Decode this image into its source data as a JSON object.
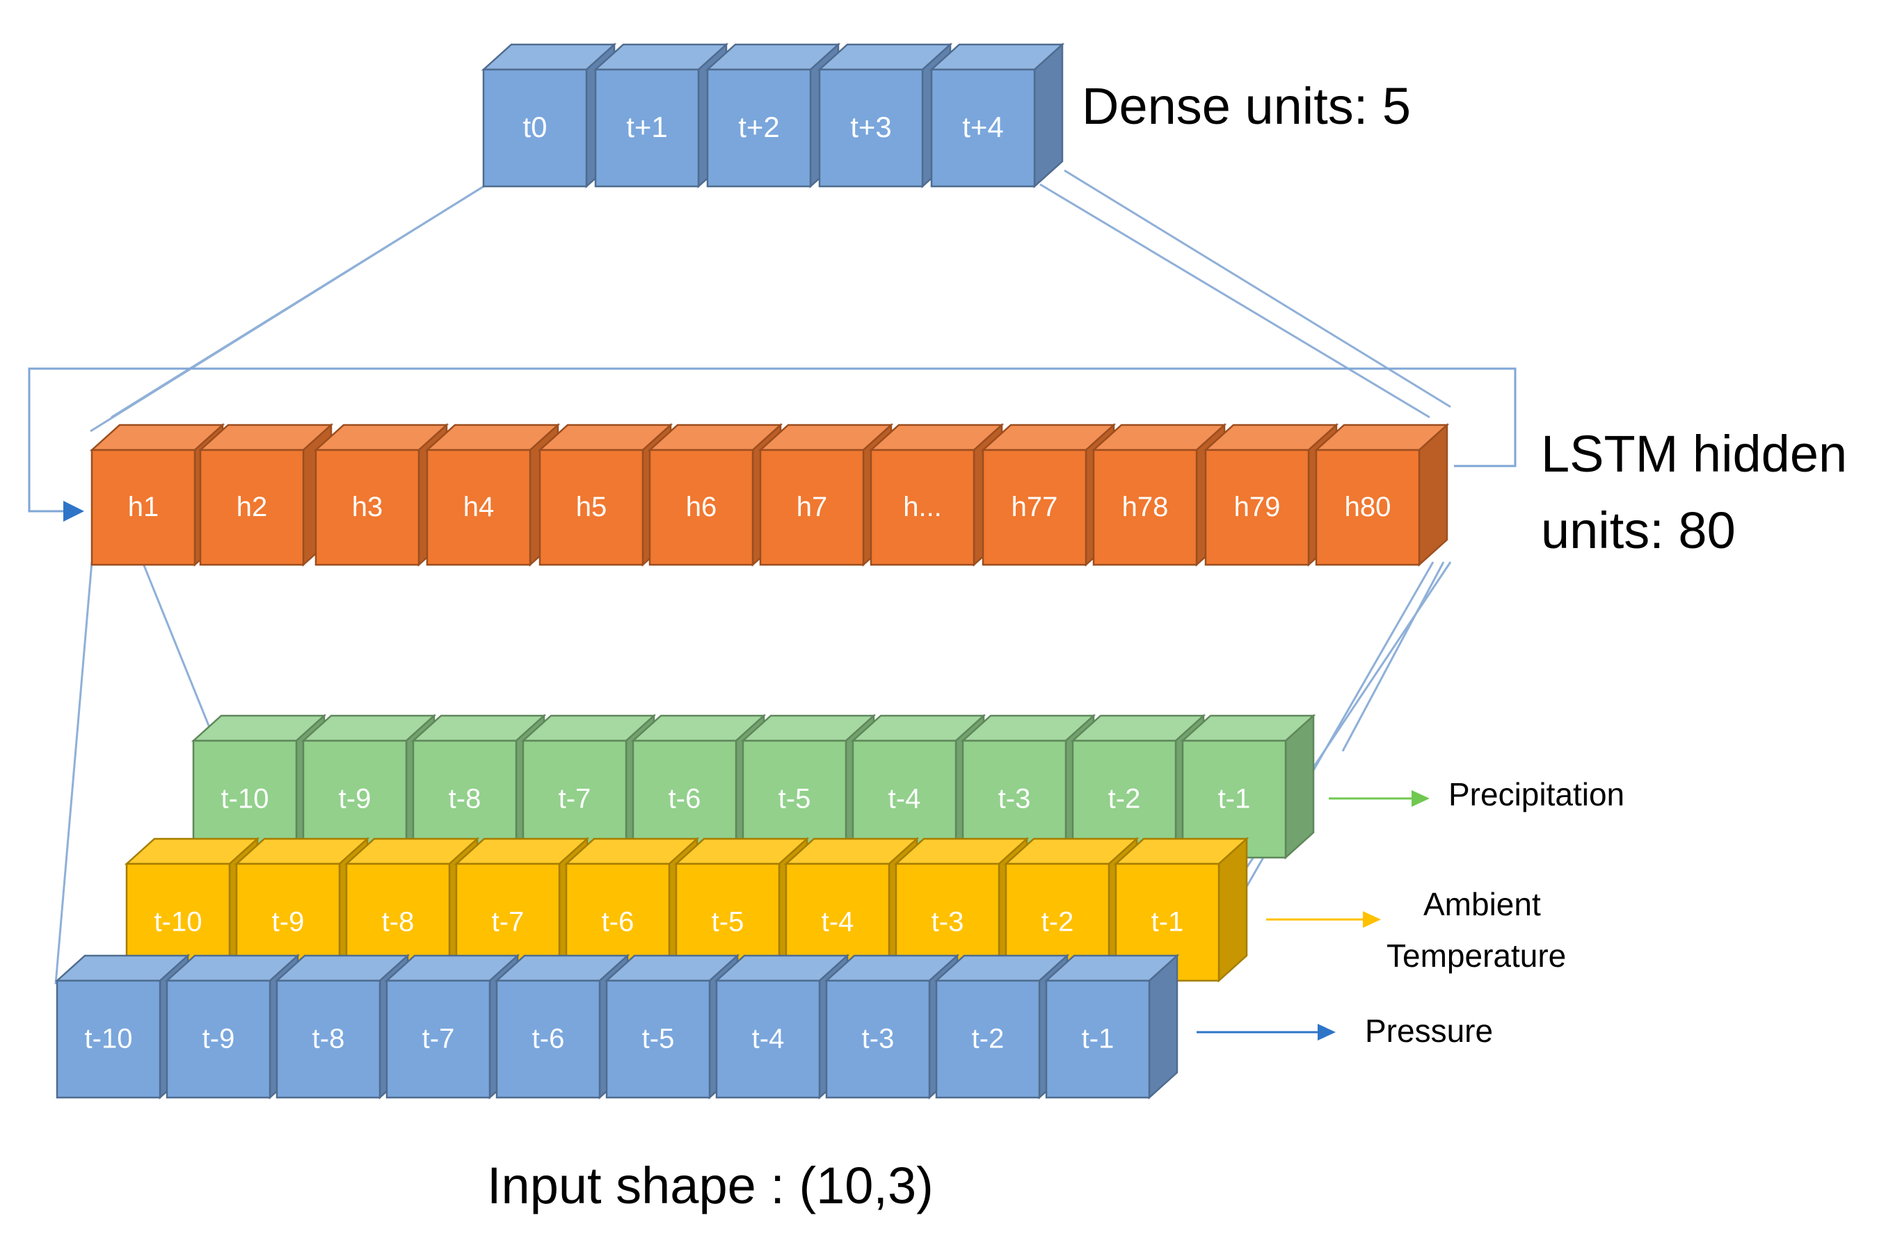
{
  "dense": {
    "label": "Dense units: 5",
    "units": [
      "t0",
      "t+1",
      "t+2",
      "t+3",
      "t+4"
    ]
  },
  "lstm": {
    "label_line1": "LSTM hidden",
    "label_line2": "units: 80",
    "units": [
      "h1",
      "h2",
      "h3",
      "h4",
      "h5",
      "h6",
      "h7",
      "h...",
      "h77",
      "h78",
      "h79",
      "h80"
    ]
  },
  "inputs": {
    "label": "Input shape : (10,3)",
    "steps": [
      "t-10",
      "t-9",
      "t-8",
      "t-7",
      "t-6",
      "t-5",
      "t-4",
      "t-3",
      "t-2",
      "t-1"
    ],
    "features": [
      {
        "name_line1": "Precipitation",
        "name_line2": "",
        "color": "#92d08c",
        "arrow_color": "#70c850"
      },
      {
        "name_line1": "Ambient",
        "name_line2": "Temperature",
        "color": "#ffc000",
        "arrow_color": "#ffc000"
      },
      {
        "name_line1": "Pressure",
        "name_line2": "",
        "color": "#7aa6dc",
        "arrow_color": "#2e75c8"
      }
    ]
  },
  "colors": {
    "dense": "#7aa6dc",
    "lstm": "#f07830",
    "connector": "#8fb0d8",
    "recurrent_arrow": "#2e75c8"
  }
}
